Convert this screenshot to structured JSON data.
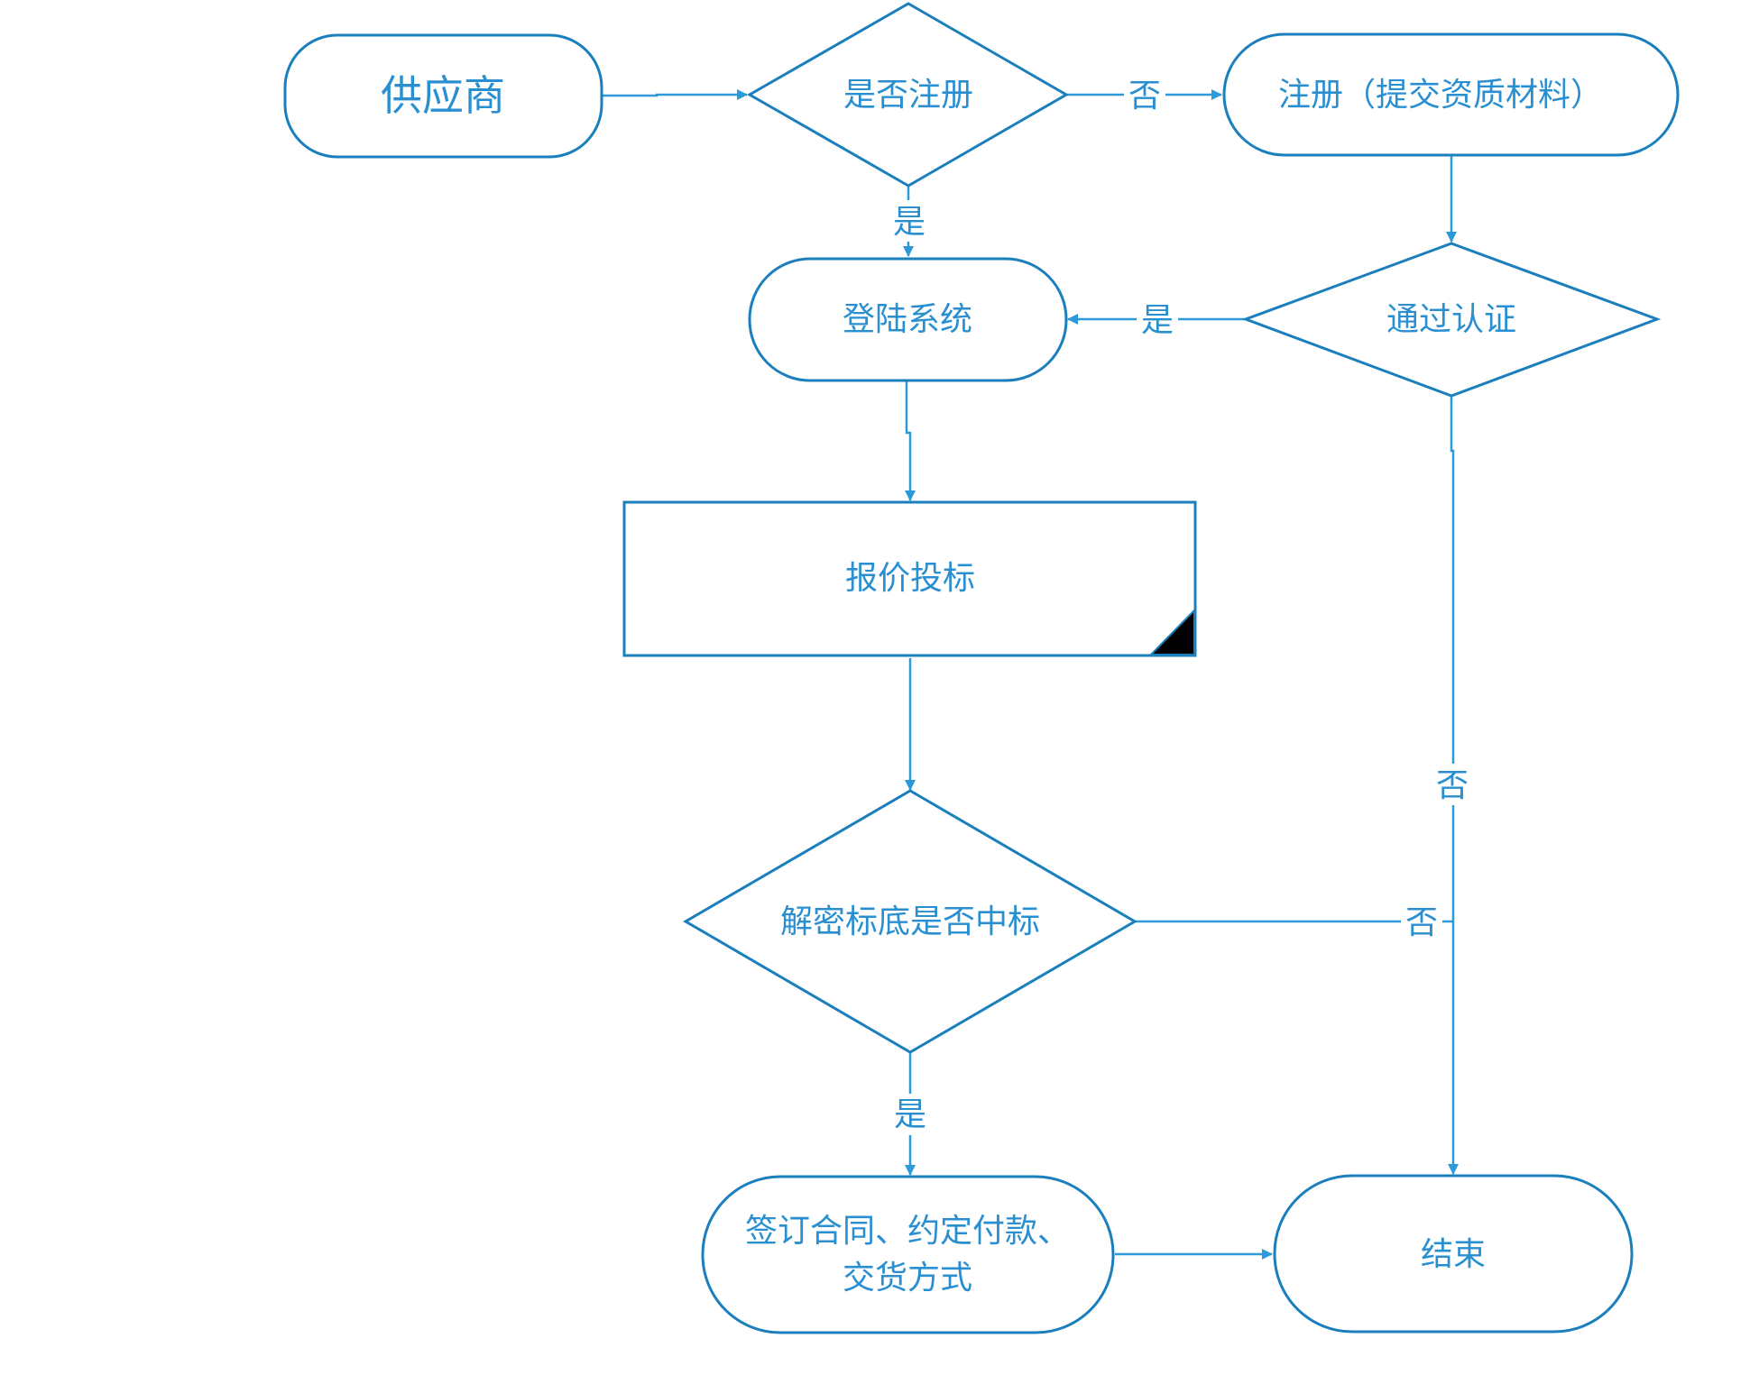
{
  "colors": {
    "shape_stroke": "#1b7fbd",
    "edge": "#2c9ad8",
    "text": "#2a8fd0"
  },
  "nodes": {
    "supplier": "供应商",
    "is_registered": "是否注册",
    "register": "注册（提交资质材料）",
    "login": "登陆系统",
    "pass_certification": "通过认证",
    "quote_bid": "报价投标",
    "decrypt_bid": "解密标底是否中标",
    "sign_contract_line1": "签订合同、约定付款、",
    "sign_contract_line2": "交货方式",
    "end": "结束"
  },
  "edges": {
    "registered_no": "否",
    "registered_yes": "是",
    "certified_yes": "是",
    "certified_no": "否",
    "win_no": "否",
    "win_yes": "是"
  }
}
